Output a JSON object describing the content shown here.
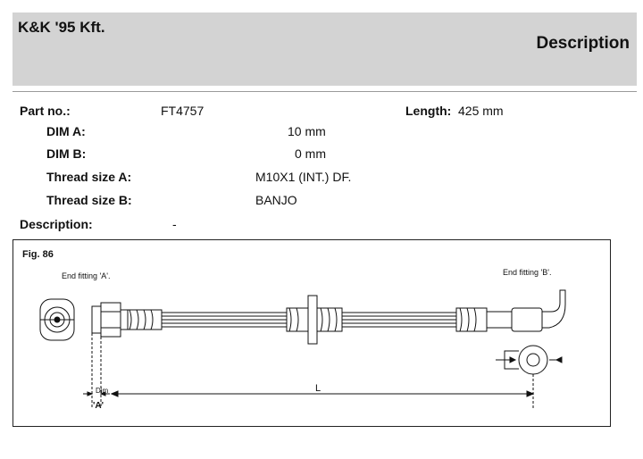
{
  "header": {
    "brand": "K&K '95 Kft.",
    "title": "Description"
  },
  "specs": {
    "part_no_label": "Part no.:",
    "part_no_value": "FT4757",
    "length_label": "Length:",
    "length_value": "425 mm",
    "dim_a_label": "DIM A:",
    "dim_a_value": "10 mm",
    "dim_b_label": "DIM B:",
    "dim_b_value": "0 mm",
    "thread_a_label": "Thread size A:",
    "thread_a_value": "M10X1 (INT.) DF.",
    "thread_b_label": "Thread size B:",
    "thread_b_value": "BANJO",
    "description_label": "Description:",
    "description_value": "-"
  },
  "figure": {
    "label": "Fig. 86",
    "end_fitting_a": "End fitting 'A'.",
    "end_fitting_b": "End fitting 'B'.",
    "dim_label": "Dim",
    "dim_a_mark": "'A'",
    "length_mark": "L"
  }
}
